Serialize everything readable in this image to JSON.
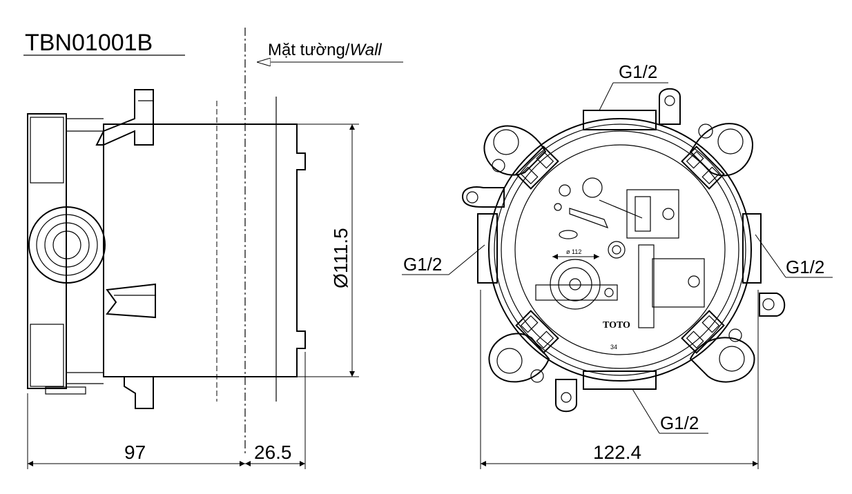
{
  "model": "TBN01001B",
  "wall": {
    "label_vi": "Mặt tường/",
    "label_en": "Wall"
  },
  "dimensions": {
    "depth_body": "97",
    "depth_wall": "26.5",
    "diameter": "Ø111.5",
    "width_front": "122.4"
  },
  "ports": {
    "top": "G1/2",
    "left": "G1/2",
    "right": "G1/2",
    "bottom": "G1/2"
  },
  "front_markings": {
    "brand": "TOTO",
    "diameter_small": "ø 112",
    "code": "34"
  }
}
